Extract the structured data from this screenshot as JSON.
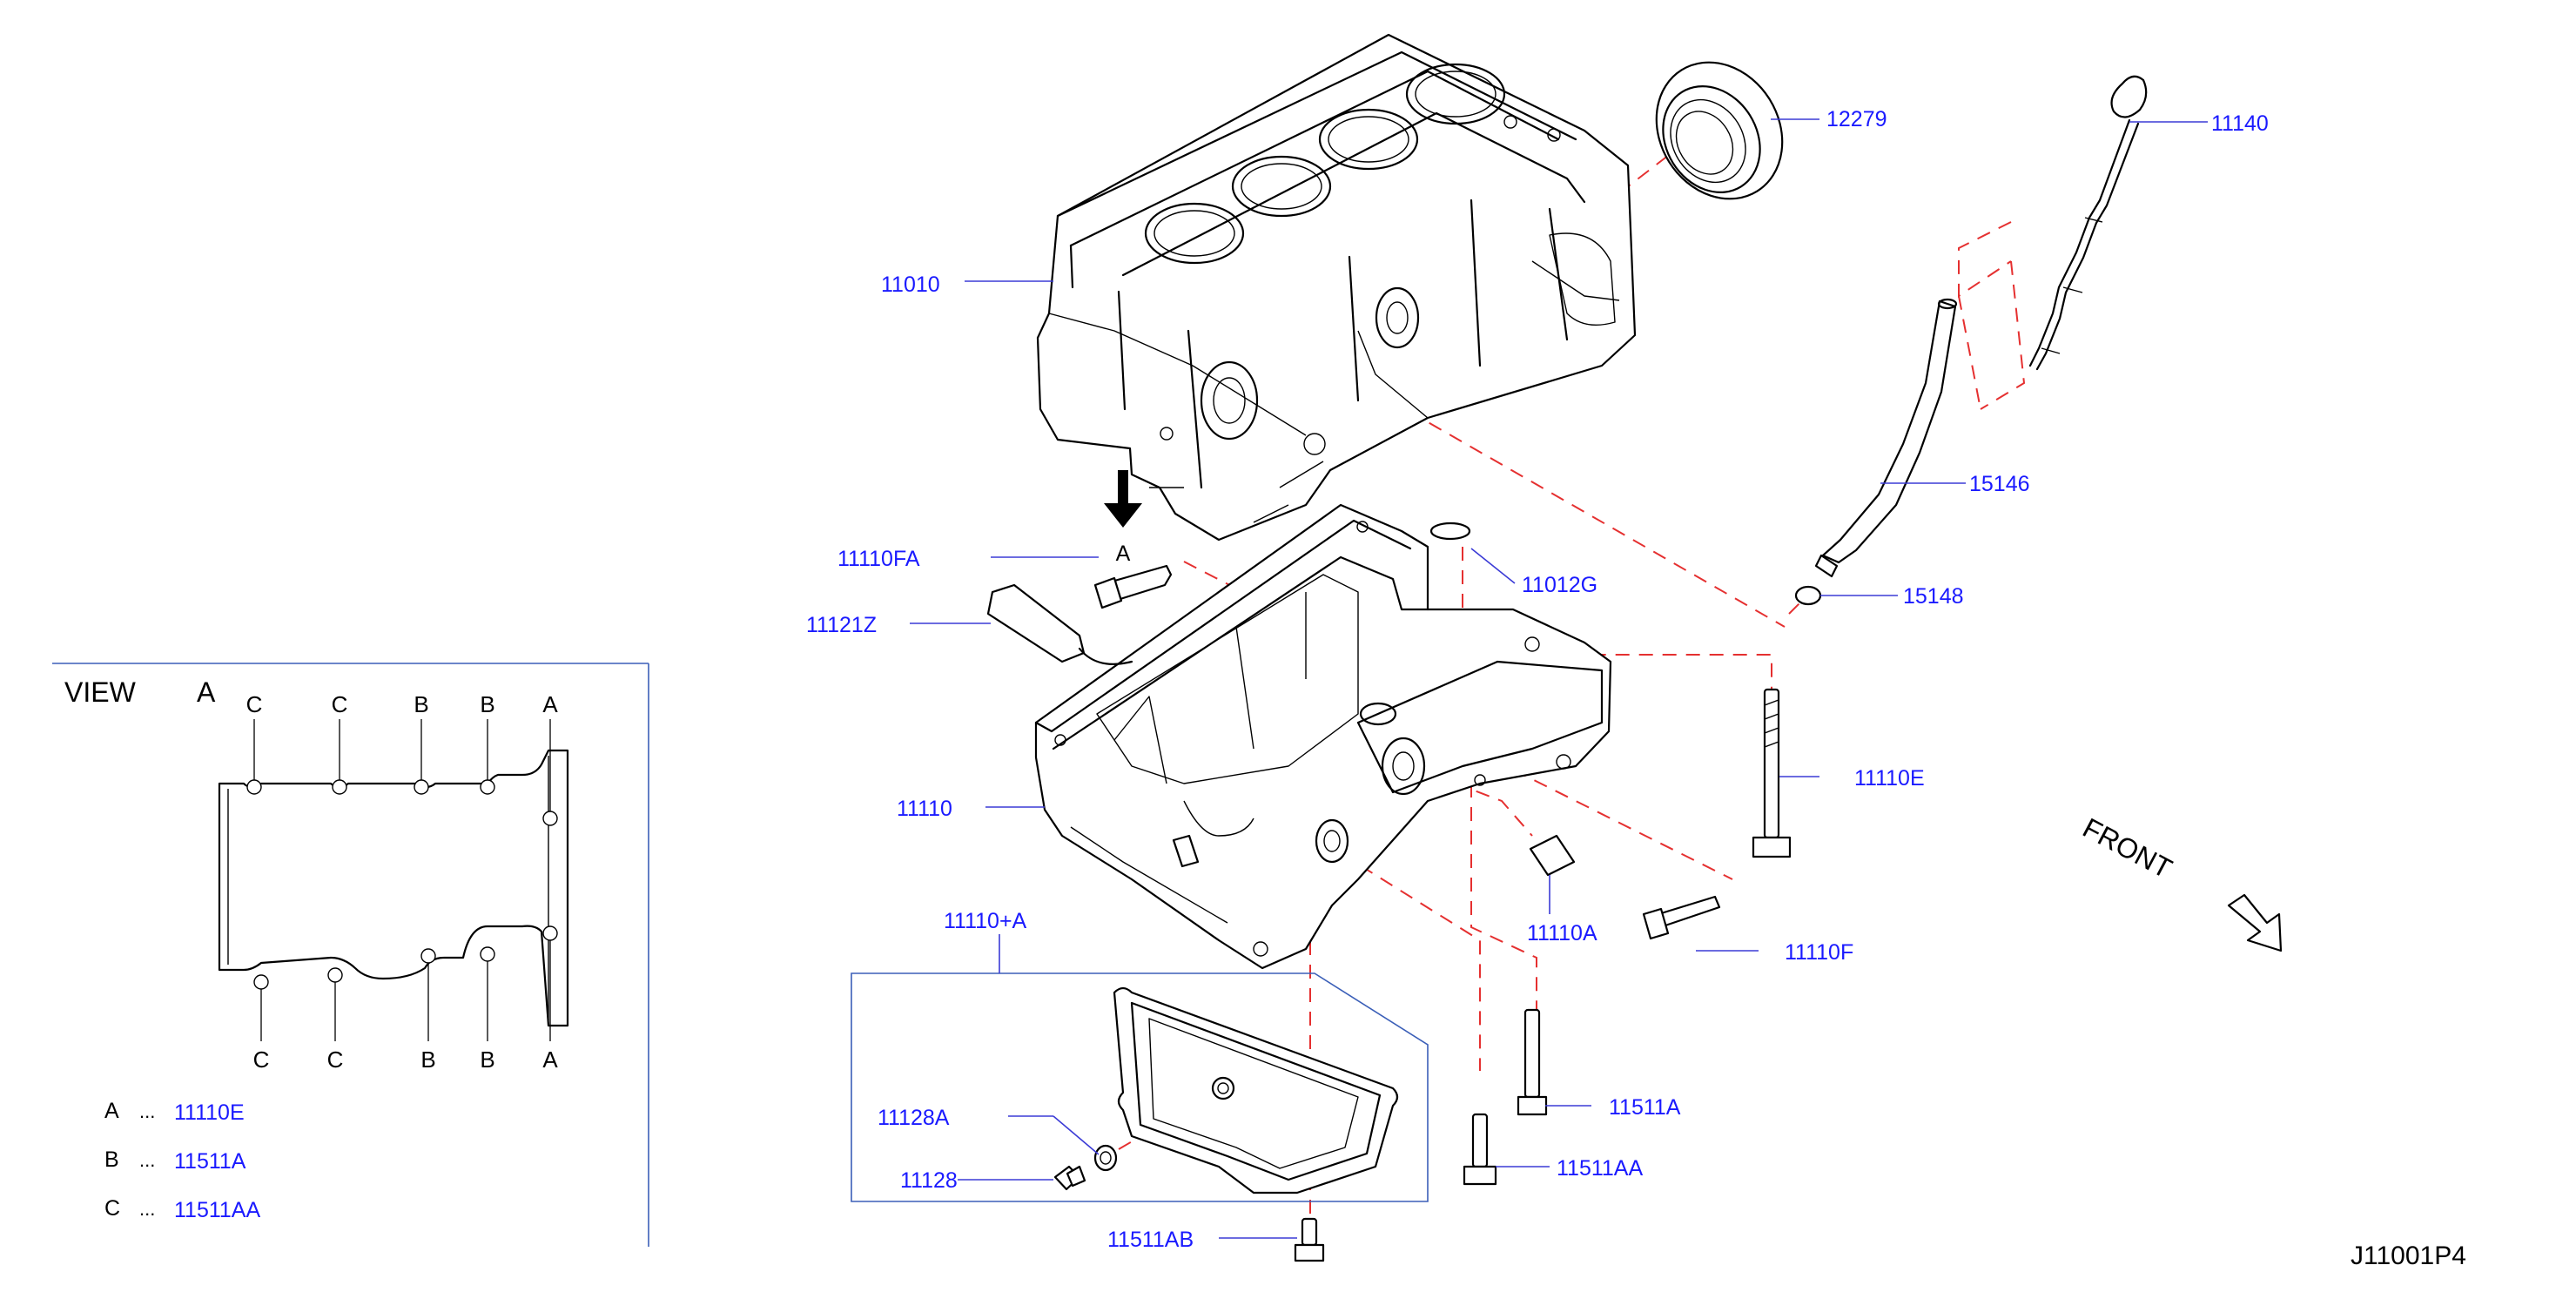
{
  "diagram_id": "J11001P4",
  "callouts": {
    "p11010": "11010",
    "p12279": "12279",
    "p11140": "11140",
    "p15146": "15146",
    "p15148": "15148",
    "p11110FA": "11110FA",
    "p11012G": "11012G",
    "p11121Z": "11121Z",
    "p11110": "11110",
    "p11110E": "11110E",
    "p11110A": "11110A",
    "p11110F": "11110F",
    "p11110plusA": "11110+A",
    "p11128A": "11128A",
    "p11128": "11128",
    "p11511A": "11511A",
    "p11511AA": "11511AA",
    "p11511AB": "11511AB"
  },
  "view_arrow_label": "A",
  "front_label": "FRONT",
  "view": {
    "title": "VIEW",
    "letter": "A",
    "top_labels": [
      "C",
      "C",
      "B",
      "B",
      "A"
    ],
    "bottom_labels": [
      "C",
      "C",
      "B",
      "B",
      "A"
    ]
  },
  "legend": [
    {
      "key": "A",
      "sep": "...",
      "part": "11110E"
    },
    {
      "key": "B",
      "sep": "...",
      "part": "11511A"
    },
    {
      "key": "C",
      "sep": "...",
      "part": "11511AA"
    }
  ]
}
